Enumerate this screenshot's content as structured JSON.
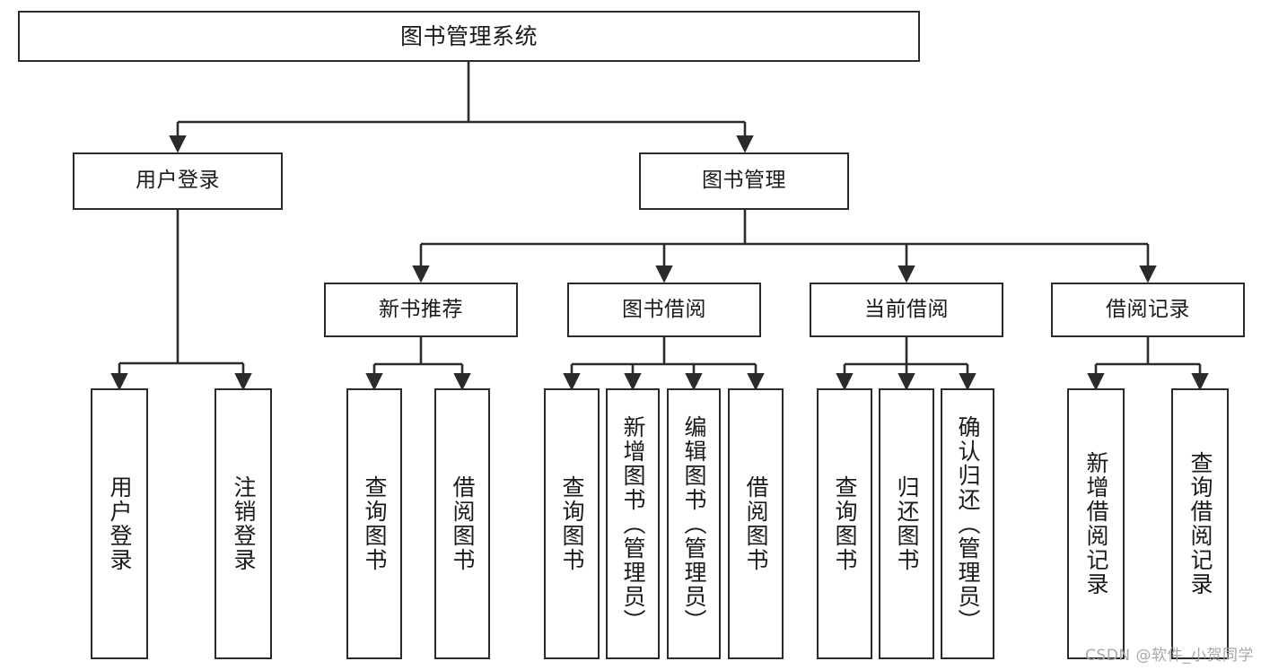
{
  "diagram": {
    "type": "tree",
    "title": "图书管理系统",
    "root": {
      "label": "图书管理系统"
    },
    "level2": [
      {
        "label": "用户登录"
      },
      {
        "label": "图书管理"
      }
    ],
    "level3": [
      {
        "label": "新书推荐"
      },
      {
        "label": "图书借阅"
      },
      {
        "label": "当前借阅"
      },
      {
        "label": "借阅记录"
      }
    ],
    "leaves": {
      "user_login": [
        {
          "label": "用户登录"
        },
        {
          "label": "注销登录"
        }
      ],
      "new_book_recommend": [
        {
          "label": "查询图书"
        },
        {
          "label": "借阅图书"
        }
      ],
      "book_borrow": [
        {
          "label": "查询图书"
        },
        {
          "label": "新增图书（管理员）"
        },
        {
          "label": "编辑图书（管理员）"
        },
        {
          "label": "借阅图书"
        }
      ],
      "current_borrow": [
        {
          "label": "查询图书"
        },
        {
          "label": "归还图书"
        },
        {
          "label": "确认归还（管理员）"
        }
      ],
      "borrow_record": [
        {
          "label": "新增借阅记录"
        },
        {
          "label": "查询借阅记录"
        }
      ]
    },
    "watermark": "CSDN @软件_小贺同学",
    "colors": {
      "stroke": "#2b2b2b",
      "fill": "#ffffff",
      "text": "#1a1a1a",
      "watermark": "#a8a8a8"
    }
  }
}
